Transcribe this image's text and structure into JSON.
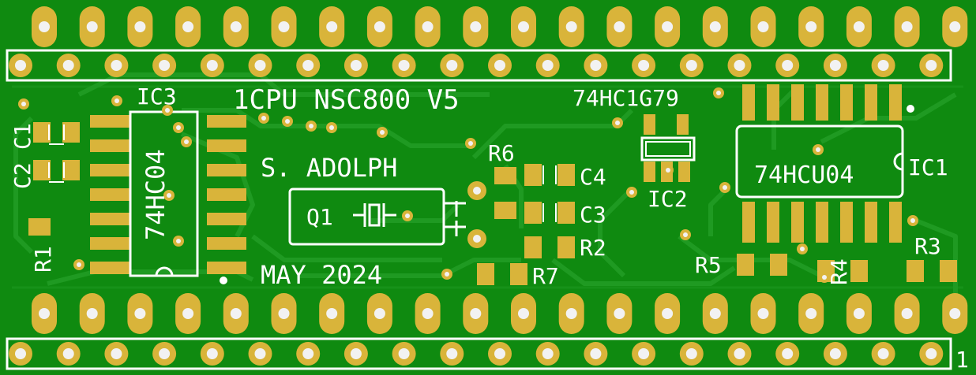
{
  "board": {
    "title": "1CPU NSC800 V5",
    "author": "S. ADOLPH",
    "date": "MAY 2024",
    "colors": {
      "substrate": "#0b7a0b",
      "copper_pour": "#0f8a10",
      "trace": "#1f9a22",
      "pad": "#d9b43a",
      "hole": "#f2f2f2",
      "silkscreen": "#ffffff"
    }
  },
  "components": {
    "ic1": {
      "ref": "IC1",
      "part": "74HCU04"
    },
    "ic2": {
      "ref": "IC2",
      "part": "74HC1G79"
    },
    "ic3": {
      "ref": "IC3",
      "part": "74HC04"
    },
    "q1": {
      "ref": "Q1"
    },
    "c1": {
      "ref": "C1"
    },
    "c2": {
      "ref": "C2"
    },
    "c3": {
      "ref": "C3"
    },
    "c4": {
      "ref": "C4"
    },
    "r1": {
      "ref": "R1"
    },
    "r2": {
      "ref": "R2"
    },
    "r3": {
      "ref": "R3"
    },
    "r4": {
      "ref": "R4"
    },
    "r5": {
      "ref": "R5"
    },
    "r6": {
      "ref": "R6"
    },
    "r7": {
      "ref": "R7"
    }
  },
  "header": {
    "pin1_label": "1"
  }
}
